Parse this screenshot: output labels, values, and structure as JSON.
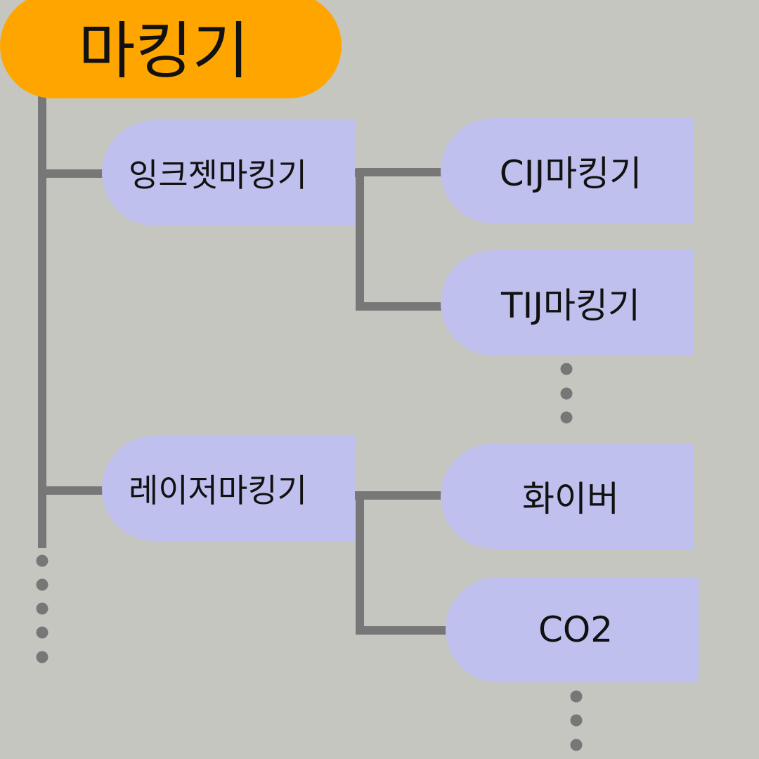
{
  "root": {
    "label": "마킹기"
  },
  "categories": [
    {
      "label": "잉크젯마킹기",
      "children": [
        {
          "label": "CIJ마킹기"
        },
        {
          "label": "TIJ마킹기"
        }
      ]
    },
    {
      "label": "레이저마킹기",
      "children": [
        {
          "label": "화이버"
        },
        {
          "label": "CO2"
        }
      ]
    }
  ],
  "colors": {
    "background": "#c5c6c0",
    "root_fill": "#ffa500",
    "node_fill": "#bfc0ee",
    "connector": "#777777"
  }
}
